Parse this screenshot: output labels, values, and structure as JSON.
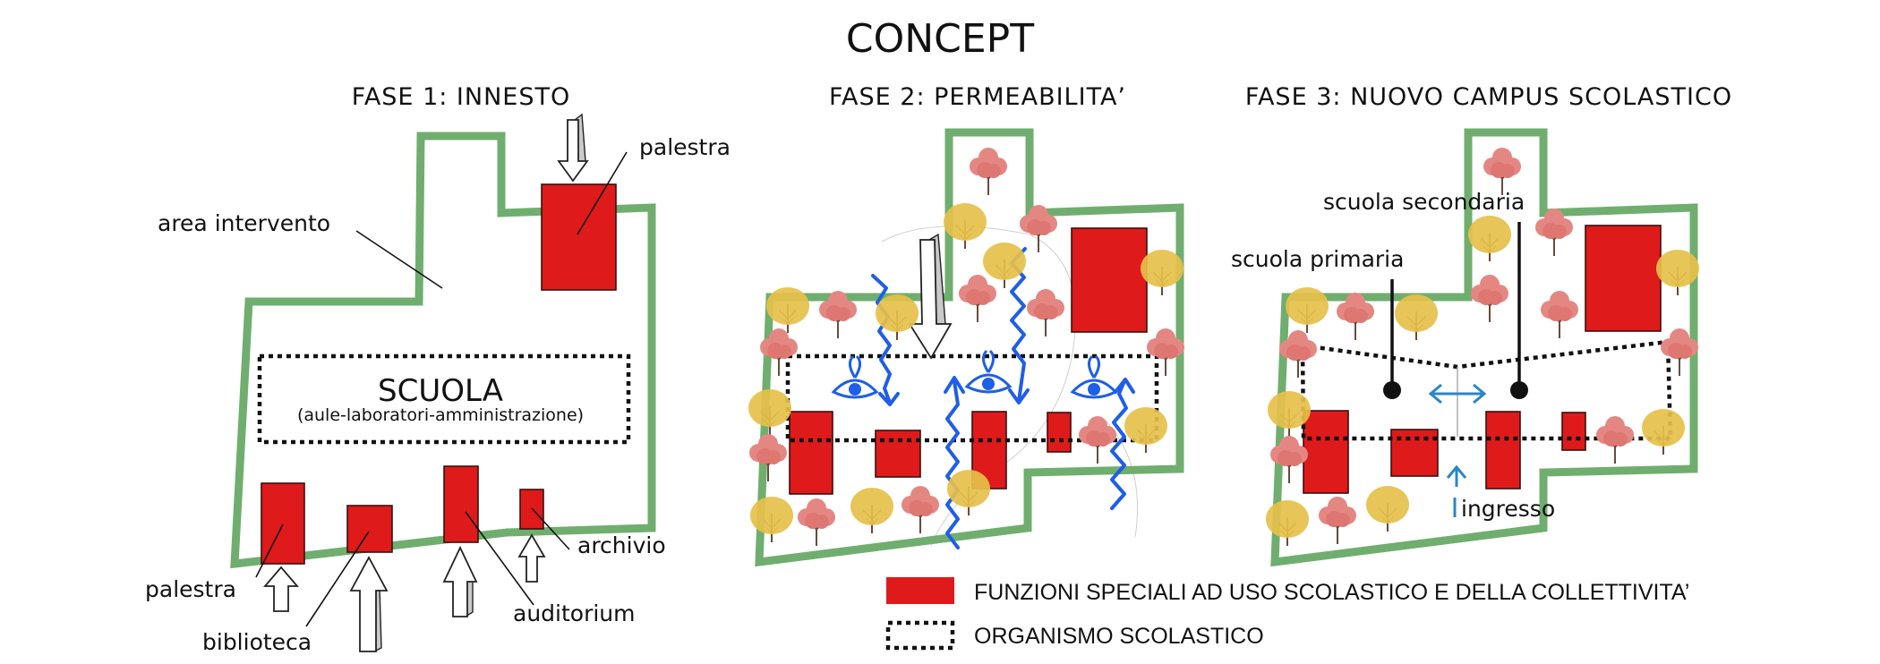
{
  "title": "CONCEPT",
  "phases": {
    "phase1": {
      "title": "FASE 1: INNESTO",
      "labels": {
        "area": "area intervento",
        "palestra_top": "palestra",
        "school_name": "SCUOLA",
        "school_sub": "(aule-laboratori-amministrazione)",
        "palestra_bottom": "palestra",
        "biblioteca": "biblioteca",
        "auditorium": "auditorium",
        "archivio": "archivio"
      }
    },
    "phase2": {
      "title": "FASE 2: PERMEABILITA’"
    },
    "phase3": {
      "title": "FASE 3: NUOVO CAMPUS SCOLASTICO",
      "labels": {
        "secondaria": "scuola secondaria",
        "primaria": "scuola primaria",
        "ingresso": "ingresso"
      }
    }
  },
  "legend": {
    "special_functions": "FUNZIONI SPECIALI AD USO SCOLASTICO E DELLA COLLETTIVITA’",
    "school_organism": "ORGANISMO SCOLASTICO"
  },
  "colors": {
    "site_outline": "#6fae6f",
    "special_functions": "#df1a1a",
    "flow": "#1f5ee8",
    "pink_tree": "#e48783",
    "yellow_tree": "#e6c04a"
  },
  "icons": [
    "eye-icon",
    "tree-icon",
    "arrow-icon",
    "wave-icon"
  ]
}
